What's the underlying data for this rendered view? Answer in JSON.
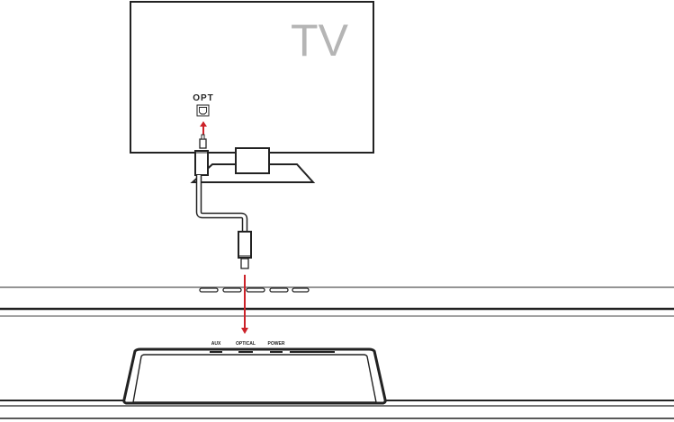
{
  "tv": {
    "label": "TV",
    "label_color": "#b5b5b5"
  },
  "tv_port": {
    "label": "OPT",
    "icon": "optical-port-icon"
  },
  "cable": {
    "icon": "optical-cable-icon"
  },
  "soundbar": {
    "port_labels": [
      "AUX",
      "OPTICAL",
      "POWER"
    ],
    "button_count": 5
  },
  "colors": {
    "arrow": "#cc2229",
    "line": "#222222",
    "background": "#ffffff"
  }
}
